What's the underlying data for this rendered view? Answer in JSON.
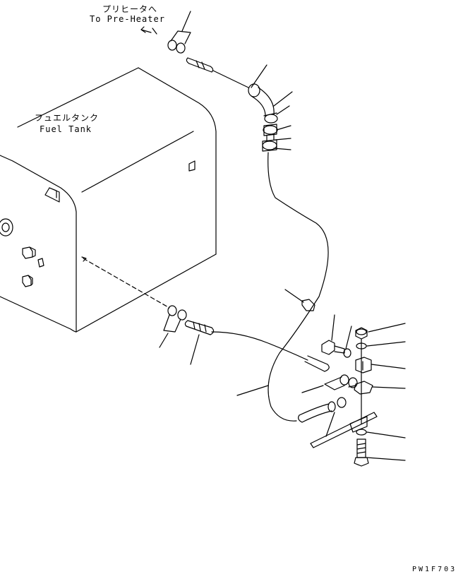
{
  "labels": {
    "preheater_jp": "プリヒータへ",
    "preheater_en": "To Pre-Heater",
    "fuel_tank_jp": "フュエルタンク",
    "fuel_tank_en": "Fuel Tank",
    "drawing_code": "PW1F703"
  }
}
